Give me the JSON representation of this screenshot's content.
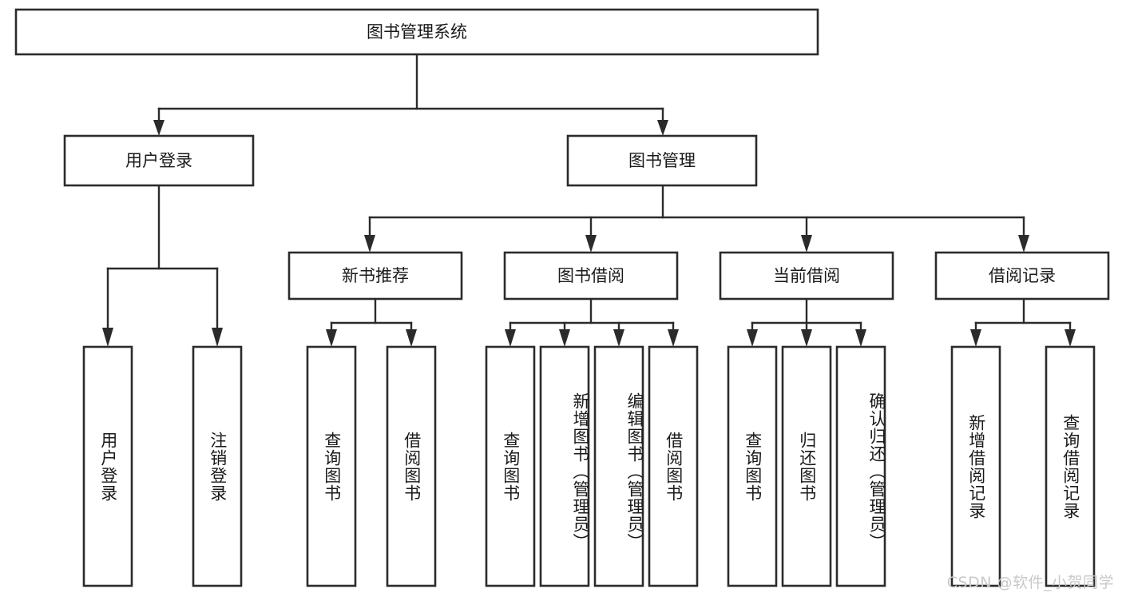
{
  "diagram": {
    "type": "tree-hierarchy",
    "title_node": {
      "label": "图书管理系统"
    },
    "level2": [
      {
        "label": "用户登录"
      },
      {
        "label": "图书管理"
      }
    ],
    "level3": [
      {
        "label": "新书推荐"
      },
      {
        "label": "图书借阅"
      },
      {
        "label": "当前借阅"
      },
      {
        "label": "借阅记录"
      }
    ],
    "leaves": {
      "user_login": [
        {
          "label": "用户登录"
        },
        {
          "label": "注销登录"
        }
      ],
      "new_book_recommend": [
        {
          "label": "查询图书"
        },
        {
          "label": "借阅图书"
        }
      ],
      "book_borrow": [
        {
          "label": "查询图书"
        },
        {
          "label": "新增图书（管理员）"
        },
        {
          "label": "编辑图书（管理员）"
        },
        {
          "label": "借阅图书"
        }
      ],
      "current_borrow": [
        {
          "label": "查询图书"
        },
        {
          "label": "归还图书"
        },
        {
          "label": "确认归还（管理员）"
        }
      ],
      "borrow_record": [
        {
          "label": "新增借阅记录"
        },
        {
          "label": "查询借阅记录"
        }
      ]
    },
    "watermark": "CSDN @软件_小贺同学",
    "colors": {
      "stroke": "#2b2b2b",
      "fill": "#ffffff",
      "text": "#1a1a1a",
      "watermark": "#c9c9c9"
    }
  }
}
